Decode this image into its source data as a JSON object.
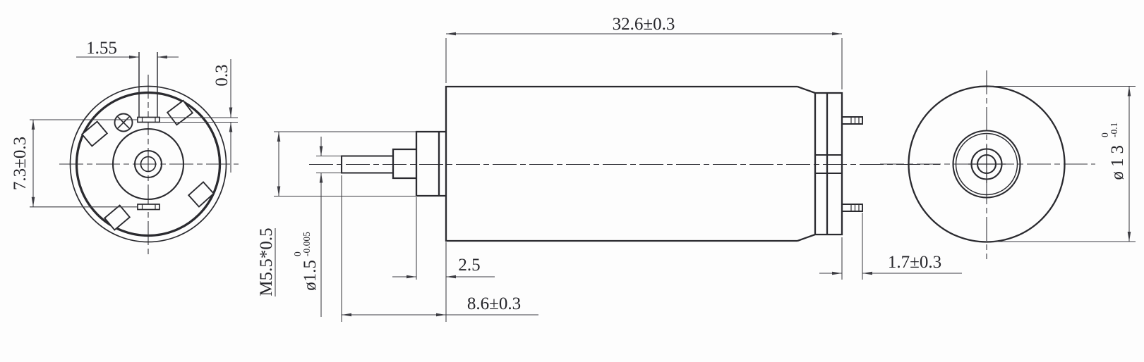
{
  "drawing": {
    "background_color": "#fdfdfd",
    "line_color": "#2a2a2f",
    "dimension_line_color": "#3c3c42",
    "text_color": "#26262b",
    "views": {
      "front_view": "motor front face with mounting tabs and screw",
      "side_view": "motor body side profile with shaft, threaded collar and terminals",
      "rear_view": "motor rear end cap with bearing boss"
    },
    "dimensions": {
      "tab_width": "1.55",
      "tab_thickness": "0.3",
      "tab_span": "7.3±0.3",
      "body_length": "32.6±0.3",
      "thread_spec": "M5.5*0.5",
      "shaft_dia_main": "ø1.5",
      "shaft_dia_tol_upper": "0",
      "shaft_dia_tol_lower": "-0.005",
      "collar_length": "2.5",
      "shaft_extension": "8.6±0.3",
      "terminal_length": "1.7±0.3",
      "body_dia_main": "ø13",
      "body_dia_tol_upper": "0",
      "body_dia_tol_lower": "-0.1"
    }
  }
}
